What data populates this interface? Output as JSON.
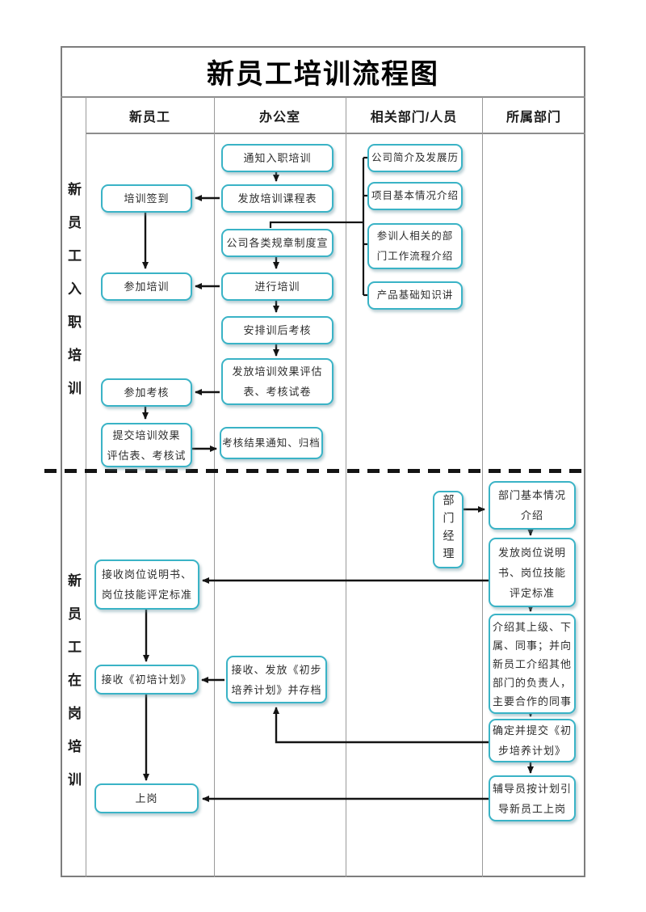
{
  "title": "新员工培训流程图",
  "columns": [
    "新员工",
    "办公室",
    "相关部门/人员",
    "所属部门"
  ],
  "lanes": {
    "top": "新员工入职培训",
    "bottom": "新员工在岗培训"
  },
  "colors": {
    "node_border": "#3ab3c6",
    "arrow": "#141414",
    "grid_line": "#8d8d8d",
    "text": "#2d2d2d"
  },
  "boxes": {
    "notify": {
      "lines": [
        "通知入职培训"
      ]
    },
    "schedule": {
      "lines": [
        "发放培训课程表"
      ]
    },
    "signin": {
      "lines": [
        "培训签到"
      ]
    },
    "rules": {
      "lines": [
        "公司各类规章制度宣"
      ]
    },
    "conduct": {
      "lines": [
        "进行培训"
      ]
    },
    "attend": {
      "lines": [
        "参加培训"
      ]
    },
    "arrange": {
      "lines": [
        "安排训后考核"
      ]
    },
    "eval_sheets": {
      "lines": [
        "发放培训效果评估",
        "表、考核试卷"
      ]
    },
    "take_exam": {
      "lines": [
        "参加考核"
      ]
    },
    "submit": {
      "lines": [
        "提交培训效果",
        "评估表、考核试"
      ]
    },
    "result": {
      "lines": [
        "考核结果通知、归档"
      ]
    },
    "intro_company": {
      "lines": [
        "公司简介及发展历"
      ]
    },
    "intro_project": {
      "lines": [
        "项目基本情况介绍"
      ]
    },
    "intro_dept_flow": {
      "lines": [
        "参训人相关的部",
        "门工作流程介绍"
      ]
    },
    "intro_product": {
      "lines": [
        "产品基础知识讲"
      ]
    },
    "dept_manager": {
      "text": "部门经理"
    },
    "dept_intro": {
      "lines": [
        "部门基本情况",
        "介绍"
      ]
    },
    "issue_job_desc": {
      "lines": [
        "发放岗位说明",
        "书、岗位技能",
        "评定标准"
      ]
    },
    "receive_job_desc": {
      "lines": [
        "接收岗位说明书、",
        "岗位技能评定标准"
      ]
    },
    "intro_colleagues": {
      "lines": [
        "介绍其上级、下",
        "属、同事；并向",
        "新员工介绍其他",
        "部门的负责人，",
        "主要合作的同事"
      ]
    },
    "receive_plan": {
      "lines": [
        "接收《初培计划》"
      ]
    },
    "file_plan": {
      "lines": [
        "接收、发放《初步",
        "培养计划》并存档"
      ]
    },
    "confirm_plan": {
      "lines": [
        "确定并提交《初",
        "步培养计划》"
      ]
    },
    "mentor": {
      "lines": [
        "辅导员按计划引",
        "导新员工上岗"
      ]
    },
    "onboard": {
      "lines": [
        "上岗"
      ]
    }
  }
}
